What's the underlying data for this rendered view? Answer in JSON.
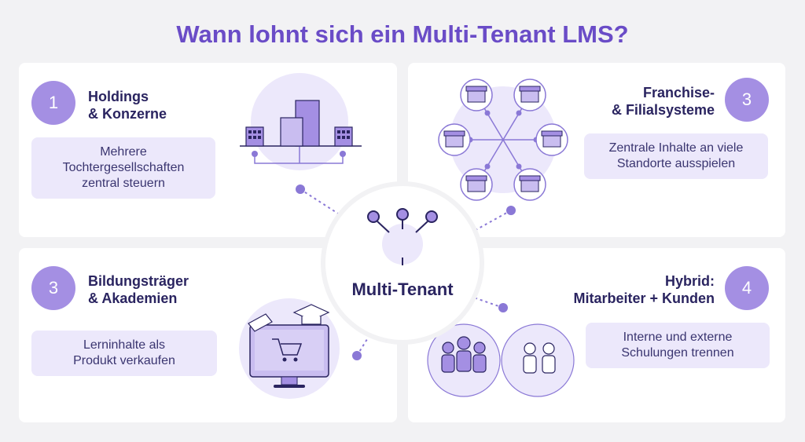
{
  "title": "Wann lohnt sich ein Multi-Tenant LMS?",
  "center": {
    "label": "Multi-Tenant"
  },
  "cards": [
    {
      "number": "1",
      "heading": [
        "Holdings",
        "& Konzerne"
      ],
      "description": [
        "Mehrere",
        "Tochtergesellschaften",
        "zentral steuern"
      ]
    },
    {
      "number": "3",
      "heading": [
        "Franchise-",
        "& Filialsysteme"
      ],
      "description": [
        "Zentrale Inhalte an viele",
        "Standorte ausspielen"
      ]
    },
    {
      "number": "3",
      "heading": [
        "Bildungsträger",
        "& Akademien"
      ],
      "description": [
        "Lerninhalte als",
        "Produkt verkaufen"
      ]
    },
    {
      "number": "4",
      "heading": [
        "Hybrid:",
        "Mitarbeiter + Kunden"
      ],
      "description": [
        "Interne und externe",
        "Schulungen trennen"
      ]
    }
  ],
  "colors": {
    "accent": "#6a4cc7",
    "badge": "#a48fe3",
    "pill": "#ece8fb",
    "dark": "#2a2460"
  }
}
